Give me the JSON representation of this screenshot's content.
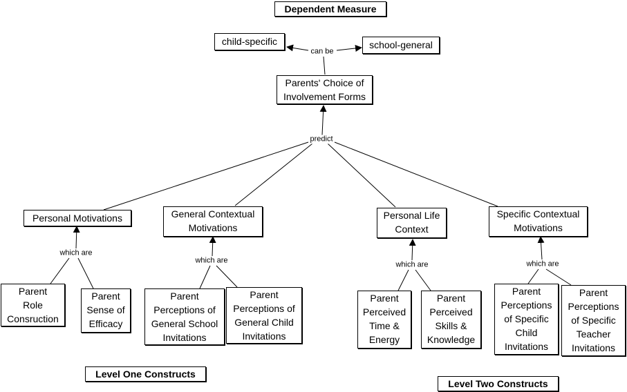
{
  "titles": {
    "dependent_measure": "Dependent Measure",
    "level_one": "Level One Constructs",
    "level_two": "Level Two Constructs"
  },
  "nodes": {
    "parents_choice": "Parents' Choice of\nInvolvement Forms",
    "child_specific": "child-specific",
    "school_general": "school-general",
    "personal_motivations": "Personal Motivations",
    "general_contextual": "General Contextual\nMotivations",
    "personal_life_context": "Personal Life\nContext",
    "specific_contextual": "Specific Contextual\nMotivations",
    "parent_role_construction": "Parent\nRole\nConsruction",
    "parent_sense_efficacy": "Parent\nSense of\nEfficacy",
    "perceptions_general_school": "Parent\nPerceptions of\nGeneral School\nInvitations",
    "perceptions_general_child": "Parent\nPerceptions of\nGeneral Child\nInvitations",
    "perceived_time_energy": "Parent\nPerceived\nTime &\nEnergy",
    "perceived_skills_knowledge": "Parent\nPerceived\nSkills &\nKnowledge",
    "perceptions_specific_child": "Parent\nPerceptions\nof Specific\nChild\nInvitations",
    "perceptions_specific_teacher": "Parent\nPerceptions\nof Specific\nTeacher\nInvitations"
  },
  "link_labels": {
    "can_be": "can be",
    "predict": "predict",
    "which_are_1": "which are",
    "which_are_2": "which are",
    "which_are_3": "which are",
    "which_are_4": "which are"
  }
}
